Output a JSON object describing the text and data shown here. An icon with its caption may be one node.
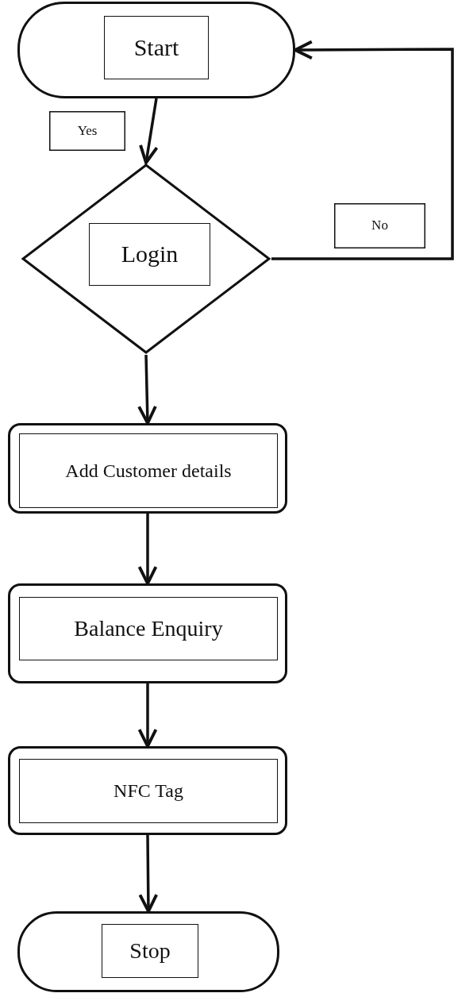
{
  "diagram": {
    "nodes": [
      {
        "text": [
          "Start"
        ]
      },
      {
        "text": [
          "Yes"
        ]
      },
      {
        "text": [
          "Login"
        ]
      },
      {
        "text": [
          "No"
        ]
      },
      {
        "text": [
          "Add Customer details"
        ]
      },
      {
        "text": [
          "Balance Enquiry"
        ]
      },
      {
        "text": [
          "NFC Tag"
        ]
      },
      {
        "text": [
          "Stop"
        ]
      }
    ],
    "edges": [
      {
        "from": 0,
        "to": 2,
        "arrow": "to"
      },
      {
        "from": 2,
        "to": 0,
        "arrow": "to"
      },
      {
        "from": 2,
        "to": 4,
        "arrow": "to"
      },
      {
        "from": 4,
        "to": 5,
        "arrow": "to"
      },
      {
        "from": 5,
        "to": 6,
        "arrow": "to"
      },
      {
        "from": 6,
        "to": 7,
        "arrow": "to"
      }
    ]
  }
}
